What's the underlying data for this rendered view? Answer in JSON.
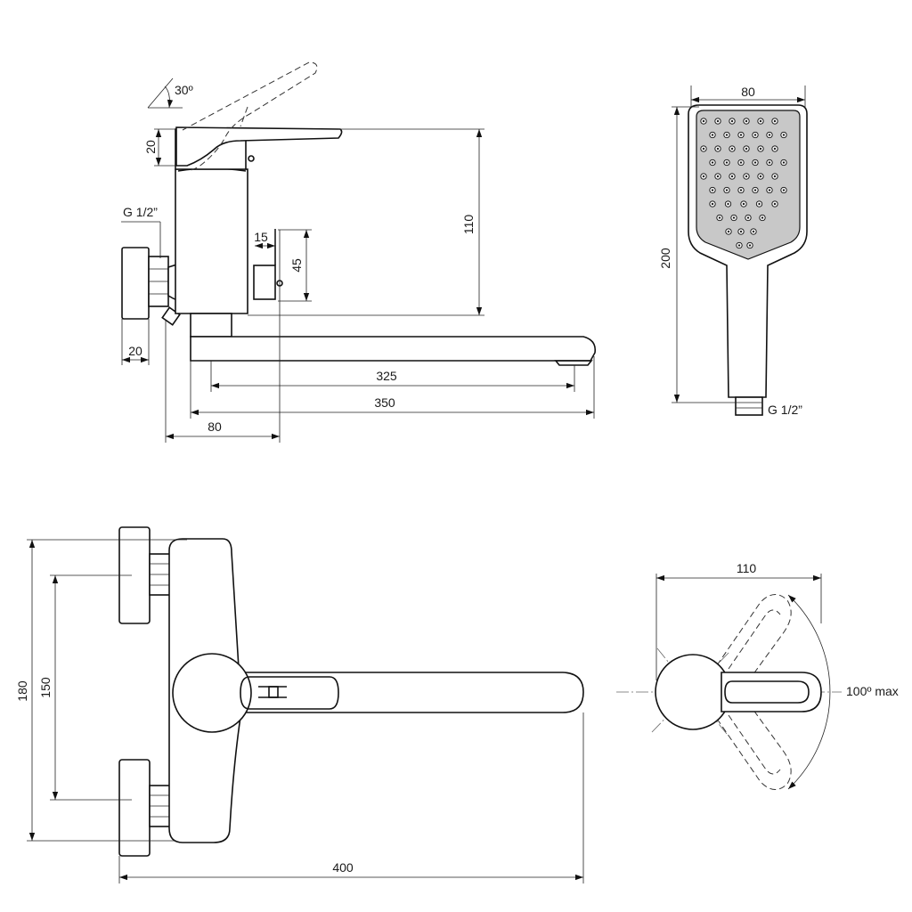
{
  "side_view": {
    "angle": "30º",
    "lever_h": "20",
    "thread": "G 1/2”",
    "dim_15": "15",
    "dim_45": "45",
    "dim_110": "110",
    "flange": "20",
    "dim_325": "325",
    "dim_350": "350",
    "dim_80": "80"
  },
  "shower_view": {
    "width": "80",
    "height": "200",
    "thread": "G 1/2”"
  },
  "front_view": {
    "dim_180": "180",
    "dim_150": "150",
    "dim_400": "400"
  },
  "top_view": {
    "width": "110",
    "rotation": "100º max"
  }
}
